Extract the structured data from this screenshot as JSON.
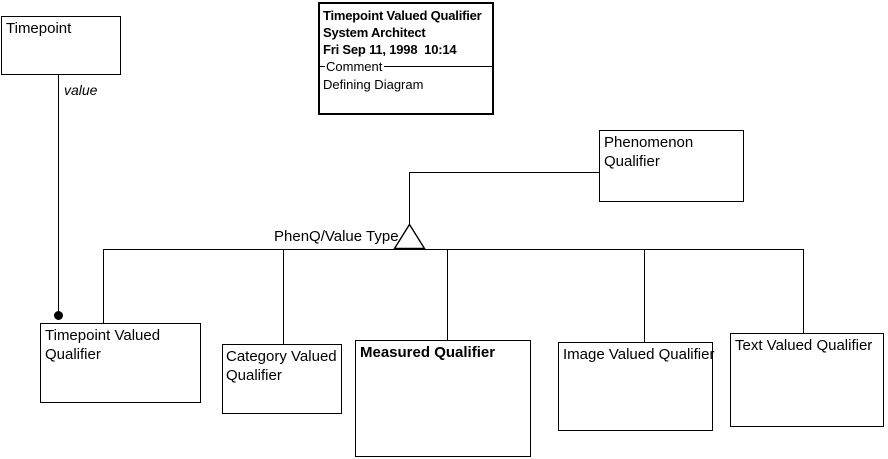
{
  "diagram": {
    "background_color": "#ffffff",
    "line_color": "#000000"
  },
  "title_block": {
    "line1": "Timepoint Valued Qualifier",
    "line2": "System Architect",
    "line3": "Fri Sep 11, 1998  10:14",
    "comment_label": "Comment",
    "comment_value": "Defining Diagram"
  },
  "labels": {
    "value_association": "value",
    "phenq_value_type": "PhenQ/Value Type"
  },
  "boxes": {
    "timepoint": {
      "label": "Timepoint"
    },
    "phenomenon_qualifier": {
      "label": "Phenomenon\nQualifier"
    },
    "timepoint_valued_qualifier": {
      "label": "Timepoint Valued\nQualifier"
    },
    "category_valued_qualifier": {
      "label": "Category Valued\nQualifier"
    },
    "measured_qualifier": {
      "label": "Measured Qualifier"
    },
    "image_valued_qualifier": {
      "label": "Image Valued Qualifier"
    },
    "text_valued_qualifier": {
      "label": "Text Valued Qualifier"
    }
  }
}
